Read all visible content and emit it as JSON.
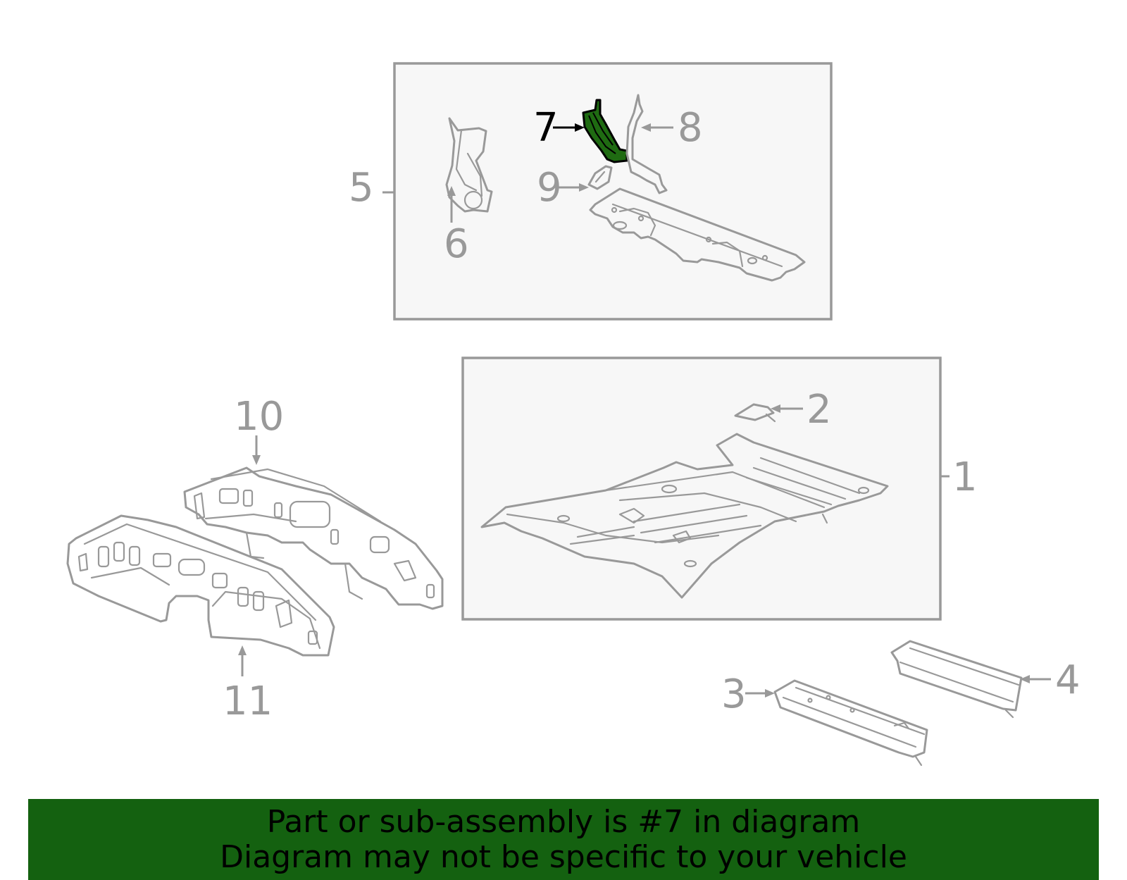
{
  "diagram": {
    "callouts": {
      "c1": "1",
      "c2": "2",
      "c3": "3",
      "c4": "4",
      "c5": "5",
      "c6": "6",
      "c7": "7",
      "c8": "8",
      "c9": "9",
      "c10": "10",
      "c11": "11"
    },
    "highlighted_part": "7",
    "colors": {
      "highlight_fill": "#1f6b12",
      "part_stroke": "#999999",
      "box_fill": "#f7f7f7",
      "banner_bg": "#146110"
    }
  },
  "banner": {
    "line1": "Part or sub-assembly is #7 in diagram",
    "line2": "Diagram may not be specific to your vehicle"
  }
}
